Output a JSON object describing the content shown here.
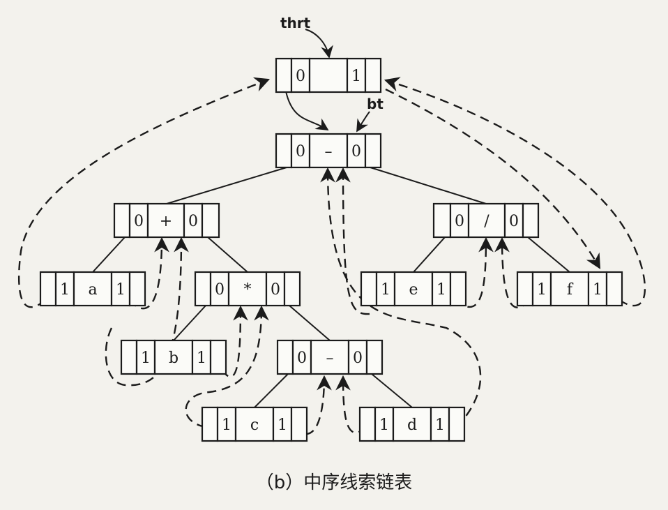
{
  "caption": "（b）中序线索链表",
  "labels": {
    "thrt": "thrt",
    "bt": "bt"
  },
  "nodes": [
    {
      "id": "head",
      "ltag": "0",
      "data": "",
      "rtag": "1",
      "hatched": true
    },
    {
      "id": "minus-root",
      "ltag": "0",
      "data": "–",
      "rtag": "0"
    },
    {
      "id": "plus",
      "ltag": "0",
      "data": "+",
      "rtag": "0"
    },
    {
      "id": "divide",
      "ltag": "0",
      "data": "/",
      "rtag": "0"
    },
    {
      "id": "a",
      "ltag": "1",
      "data": "a",
      "rtag": "1"
    },
    {
      "id": "times",
      "ltag": "0",
      "data": "*",
      "rtag": "0"
    },
    {
      "id": "e",
      "ltag": "1",
      "data": "e",
      "rtag": "1"
    },
    {
      "id": "f",
      "ltag": "1",
      "data": "f",
      "rtag": "1"
    },
    {
      "id": "b",
      "ltag": "1",
      "data": "b",
      "rtag": "1"
    },
    {
      "id": "minus-inner",
      "ltag": "0",
      "data": "–",
      "rtag": "0"
    },
    {
      "id": "c",
      "ltag": "1",
      "data": "c",
      "rtag": "1"
    },
    {
      "id": "d",
      "ltag": "1",
      "data": "d",
      "rtag": "1"
    }
  ],
  "edges": [
    [
      "minus-root",
      "plus"
    ],
    [
      "minus-root",
      "divide"
    ],
    [
      "plus",
      "a"
    ],
    [
      "plus",
      "times"
    ],
    [
      "times",
      "b"
    ],
    [
      "times",
      "minus-inner"
    ],
    [
      "minus-inner",
      "c"
    ],
    [
      "minus-inner",
      "d"
    ],
    [
      "divide",
      "e"
    ],
    [
      "divide",
      "f"
    ]
  ]
}
